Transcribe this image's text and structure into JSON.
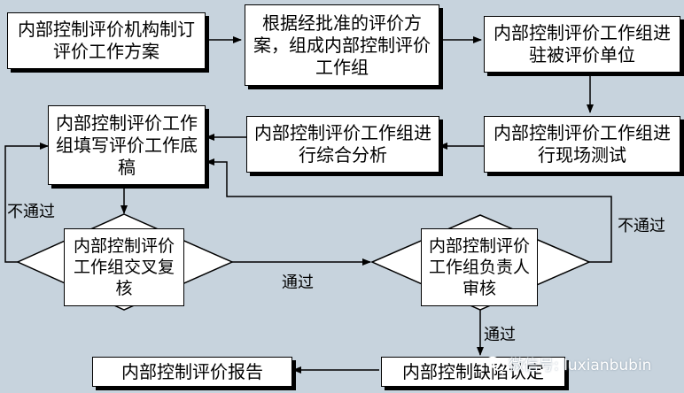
{
  "boxes": {
    "establish_plan": "内部控制评价机构制订评价工作方案",
    "form_group": "根据经批准的评价方案，组成内部控制评价工作组",
    "enter_unit": "内部控制评价工作组进驻被评价单位",
    "fill_draft": "内部控制评价工作组填写评价工作底稿",
    "comprehensive_analysis": "内部控制评价工作组进行综合分析",
    "onsite_test": "内部控制评价工作组进行现场测试",
    "defect_determination": "内部控制缺陷认定",
    "evaluation_report": "内部控制评价报告"
  },
  "decisions": {
    "cross_review": "内部控制评价工作组交叉复核",
    "leader_review": "内部控制评价工作组负责人审核"
  },
  "edge_labels": {
    "fail_left": "不通过",
    "pass_middle": "通过",
    "fail_right": "不通过",
    "pass_down": "通过"
  },
  "watermark": {
    "icon": "wechat-icon",
    "text": "微信号: luxianbubin"
  },
  "colors": {
    "background": "#c7d3dd",
    "box_fill": "#ffffff",
    "line": "#000000"
  }
}
